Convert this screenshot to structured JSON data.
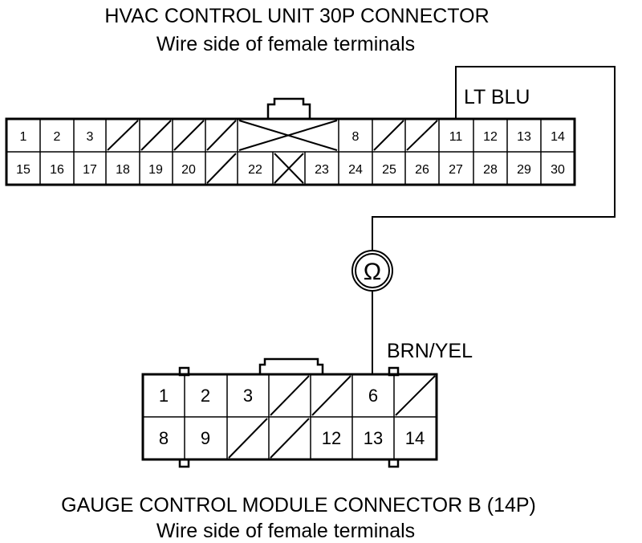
{
  "hvac": {
    "title": "HVAC CONTROL UNIT 30P CONNECTOR",
    "subtitle": "Wire side of female terminals",
    "row1": [
      "1",
      "2",
      "3",
      "",
      "",
      "",
      "",
      "",
      "",
      "8",
      "",
      "",
      "11",
      "12",
      "13",
      "14"
    ],
    "row2": [
      "15",
      "16",
      "17",
      "18",
      "19",
      "20",
      "",
      "22",
      "",
      "23",
      "24",
      "25",
      "26",
      "27",
      "28",
      "29",
      "30"
    ]
  },
  "gauge": {
    "title": "GAUGE CONTROL MODULE CONNECTOR B (14P)",
    "subtitle": "Wire side of female terminals",
    "row1": [
      "1",
      "2",
      "3",
      "",
      "",
      "6",
      ""
    ],
    "row2": [
      "8",
      "9",
      "",
      "",
      "12",
      "13",
      "14"
    ]
  },
  "wires": {
    "top": "LT BLU",
    "bottom": "BRN/YEL"
  },
  "meter": {
    "symbol": "Ω",
    "icon": "ohmmeter-icon"
  }
}
